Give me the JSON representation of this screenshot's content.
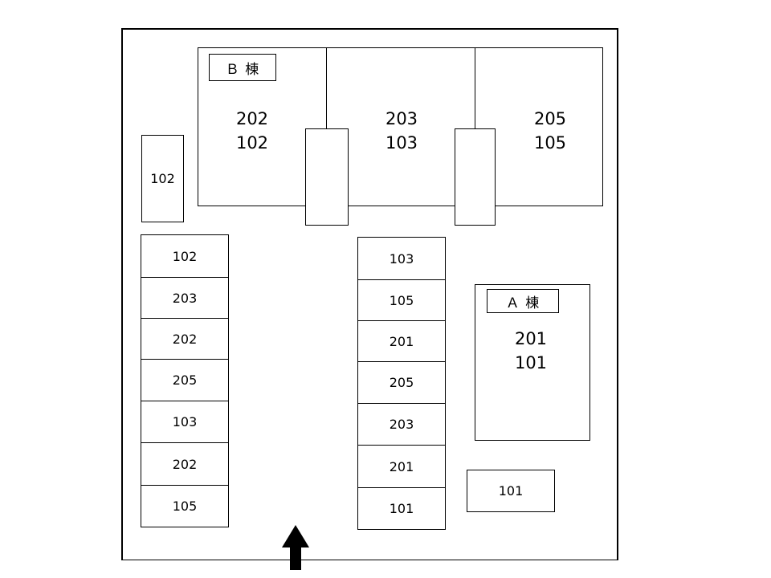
{
  "building_b": {
    "label": "Ｂ 棟",
    "units": [
      {
        "upper": "202",
        "lower": "102"
      },
      {
        "upper": "203",
        "lower": "103"
      },
      {
        "upper": "205",
        "lower": "105"
      }
    ]
  },
  "building_a": {
    "label": "Ａ 棟",
    "upper": "201",
    "lower": "101"
  },
  "parking": {
    "single_top_left": "102",
    "left_column": [
      "102",
      "203",
      "202",
      "205",
      "103",
      "202",
      "105"
    ],
    "middle_column": [
      "103",
      "105",
      "201",
      "205",
      "203",
      "201",
      "101"
    ],
    "single_right": "101"
  },
  "colors": {
    "line": "#000000",
    "background": "#ffffff"
  },
  "icons": {
    "entrance": "up-arrow-icon"
  }
}
